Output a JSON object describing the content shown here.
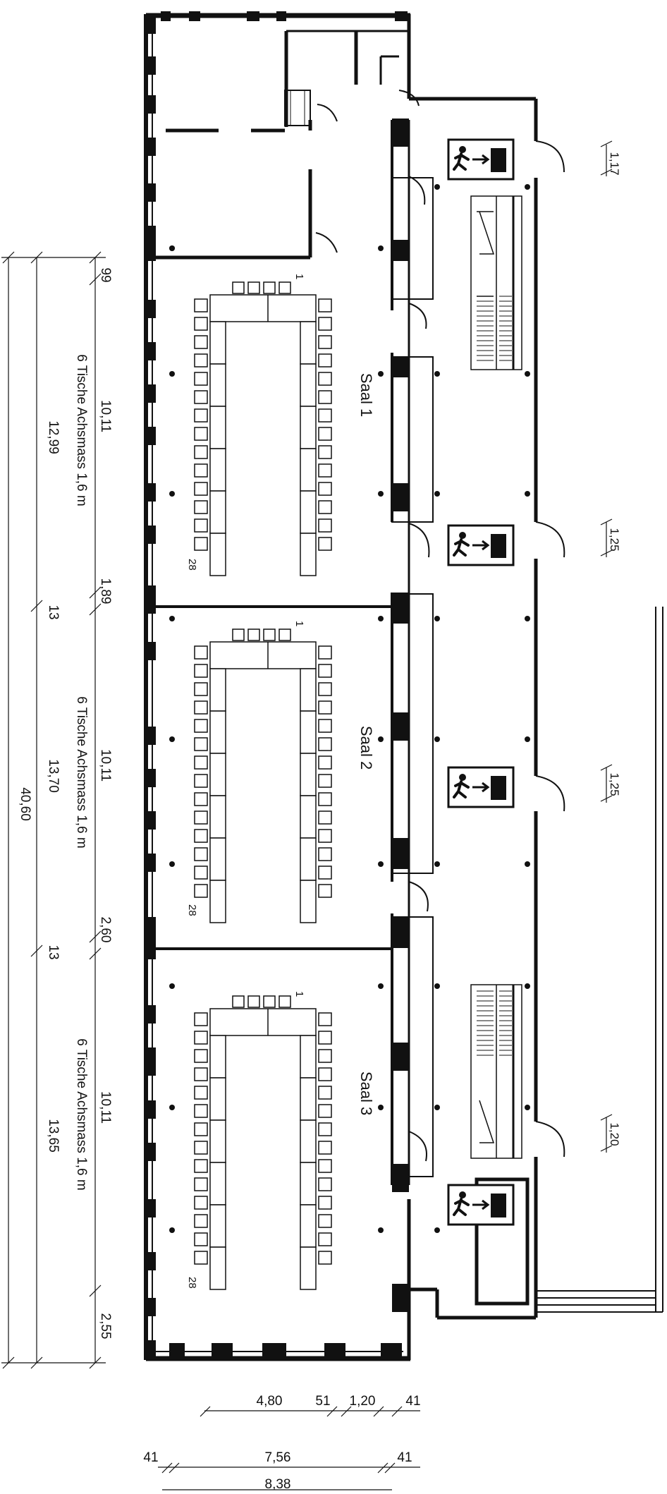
{
  "halls": [
    {
      "label": "Saal 1",
      "width_dim": "10,11",
      "tables_note": "6 Tische Achsmass 1,6 m",
      "edge_dim": "1,89",
      "top_dim": "99",
      "seat_first": "1",
      "seat_last": "28"
    },
    {
      "label": "Saal 2",
      "width_dim": "10,11",
      "tables_note": "6 Tische Achsmass 1,6 m",
      "edge_dim": "2,60",
      "seat_first": "1",
      "seat_last": "28"
    },
    {
      "label": "Saal 3",
      "width_dim": "10,11",
      "tables_note": "6 Tische Achsmass 1,6 m",
      "edge_dim": "2,55",
      "seat_first": "1",
      "seat_last": "28"
    }
  ],
  "outer_dims": {
    "total": "40,60",
    "segments": [
      "12,99",
      "13",
      "13,70",
      "13",
      "13,65"
    ]
  },
  "door_dims": [
    "1,17",
    "1,25",
    "1,25",
    "1,20"
  ],
  "bottom_dims": {
    "row1": [
      "4,80",
      "51",
      "1,20",
      "41"
    ],
    "row2": [
      "41",
      "7,56",
      "41"
    ],
    "row3": "8,38"
  },
  "icons": [
    "emergency-exit-icon",
    "emergency-exit-icon",
    "emergency-exit-icon",
    "emergency-exit-icon"
  ]
}
